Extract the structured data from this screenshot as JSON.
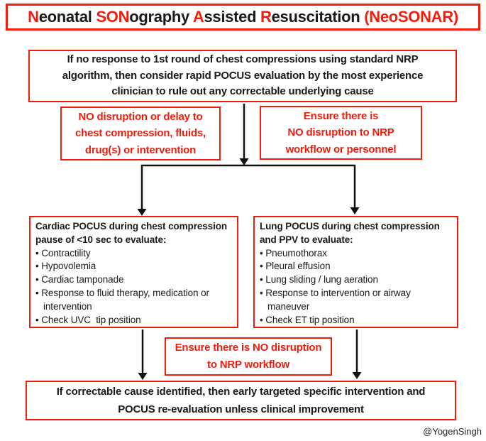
{
  "colors": {
    "accent_red": "#f01d0d",
    "text_black": "#1a1a1a",
    "arrow_black": "#111111",
    "background": "#ffffff"
  },
  "bullet_char": "•",
  "title": {
    "segments": [
      {
        "text": "N",
        "red": true
      },
      {
        "text": "eonatal ",
        "red": false
      },
      {
        "text": "SON",
        "red": true
      },
      {
        "text": "ography ",
        "red": false
      },
      {
        "text": "A",
        "red": true
      },
      {
        "text": "ssisted ",
        "red": false
      },
      {
        "text": "R",
        "red": true
      },
      {
        "text": "esuscitation ",
        "red": false
      },
      {
        "text": "(NeoSONAR)",
        "red": true
      }
    ],
    "plain": "Neonatal SONography Assisted Resuscitation (NeoSONAR)"
  },
  "flow": {
    "trigger": {
      "text": "If no response to 1st round of chest compressions using standard NRP\nalgorithm, then consider rapid POCUS evaluation by the most experience\nclinician to rule out any correctable underlying cause"
    },
    "caution_left": {
      "text": "NO disruption or delay to\nchest compression, fluids,\ndrug(s) or intervention"
    },
    "caution_right": {
      "text": "Ensure there is\nNO disruption to NRP\nworkflow or personnel"
    },
    "cardiac": {
      "heading": "Cardiac POCUS during chest compression\npause of <10 sec to evaluate:",
      "bullets": [
        "Contractility",
        "Hypovolemia",
        "Cardiac tamponade",
        "Response to fluid therapy, medication or\nintervention",
        "Check UVC  tip position"
      ]
    },
    "lung": {
      "heading": "Lung POCUS during chest compression\nand PPV to evaluate:",
      "bullets": [
        "Pneumothorax",
        "Pleural effusion",
        "Lung sliding / lung aeration",
        "Response to intervention or airway\nmaneuver",
        "Check ET tip position"
      ]
    },
    "caution_workflow": {
      "text": "Ensure there is NO disruption\nto NRP workflow"
    },
    "outcome": {
      "text": "If correctable cause identified, then early targeted specific intervention and\nPOCUS re-evaluation unless clinical improvement"
    }
  },
  "attribution": "@YogenSingh"
}
